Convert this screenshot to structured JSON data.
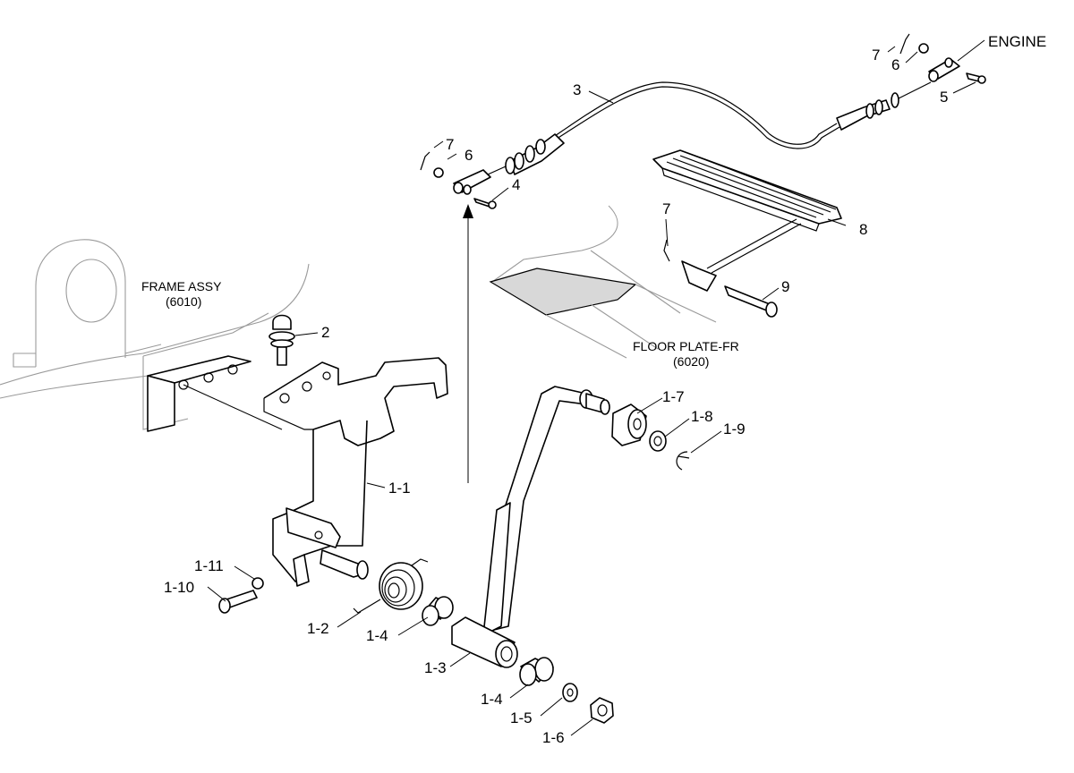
{
  "labels": {
    "engine": "ENGINE",
    "frame_assy": "FRAME ASSY",
    "frame_code": "(6010)",
    "floor_plate": "FLOOR PLATE-FR",
    "floor_code": "(6020)"
  },
  "callouts": {
    "c2": "2",
    "c3": "3",
    "c4": "4",
    "c5": "5",
    "c6_top": "6",
    "c6_mid": "6",
    "c7_top": "7",
    "c7_mid": "7",
    "c7_low": "7",
    "c8": "8",
    "c9": "9",
    "c1_1": "1-1",
    "c1_2": "1-2",
    "c1_3": "1-3",
    "c1_4a": "1-4",
    "c1_4b": "1-4",
    "c1_5": "1-5",
    "c1_6": "1-6",
    "c1_7": "1-7",
    "c1_8": "1-8",
    "c1_9": "1-9",
    "c1_10": "1-10",
    "c1_11": "1-11"
  }
}
